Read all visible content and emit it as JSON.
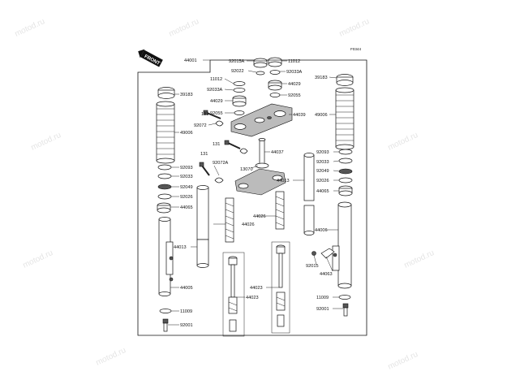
{
  "diagram": {
    "code": "F0344",
    "badge": "FRONT",
    "watermark": "motod.ru",
    "labels": [
      {
        "id": "44001",
        "text": "44001"
      },
      {
        "id": "92015a",
        "text": "92015A"
      },
      {
        "id": "11012a",
        "text": "11012"
      },
      {
        "id": "92022",
        "text": "92022"
      },
      {
        "id": "92033a",
        "text": "92033A"
      },
      {
        "id": "11012b",
        "text": "11012"
      },
      {
        "id": "92033b",
        "text": "92033A"
      },
      {
        "id": "44029a",
        "text": "44029"
      },
      {
        "id": "44029b",
        "text": "44029"
      },
      {
        "id": "92055a",
        "text": "92055"
      },
      {
        "id": "92055b",
        "text": "92055"
      },
      {
        "id": "39183a",
        "text": "39183"
      },
      {
        "id": "39183b",
        "text": "39183"
      },
      {
        "id": "131a",
        "text": "131"
      },
      {
        "id": "44039",
        "text": "44039"
      },
      {
        "id": "49006a",
        "text": "49006"
      },
      {
        "id": "49006b",
        "text": "49006"
      },
      {
        "id": "92072a",
        "text": "92072"
      },
      {
        "id": "131b",
        "text": "131"
      },
      {
        "id": "44037",
        "text": "44037"
      },
      {
        "id": "131c",
        "text": "131"
      },
      {
        "id": "92093a",
        "text": "92093"
      },
      {
        "id": "92093b",
        "text": "92093"
      },
      {
        "id": "92072b",
        "text": "92072A"
      },
      {
        "id": "92033c",
        "text": "92033"
      },
      {
        "id": "92033d",
        "text": "92033"
      },
      {
        "id": "13070",
        "text": "13070"
      },
      {
        "id": "92049a",
        "text": "92049"
      },
      {
        "id": "92049b",
        "text": "92049"
      },
      {
        "id": "92026a",
        "text": "92026"
      },
      {
        "id": "92026b",
        "text": "92026"
      },
      {
        "id": "44013a",
        "text": "44013"
      },
      {
        "id": "44013b",
        "text": "44013"
      },
      {
        "id": "44065a",
        "text": "44065"
      },
      {
        "id": "44065b",
        "text": "44065"
      },
      {
        "id": "44026a",
        "text": "44026"
      },
      {
        "id": "44026b",
        "text": "44026"
      },
      {
        "id": "44006",
        "text": "44006"
      },
      {
        "id": "92015b",
        "text": "92015"
      },
      {
        "id": "44063",
        "text": "44063"
      },
      {
        "id": "44023a",
        "text": "44023"
      },
      {
        "id": "44023b",
        "text": "44023"
      },
      {
        "id": "44005",
        "text": "44005"
      },
      {
        "id": "11009a",
        "text": "11009"
      },
      {
        "id": "11009b",
        "text": "11009"
      },
      {
        "id": "92001a",
        "text": "92001"
      },
      {
        "id": "92001b",
        "text": "92001"
      }
    ]
  }
}
